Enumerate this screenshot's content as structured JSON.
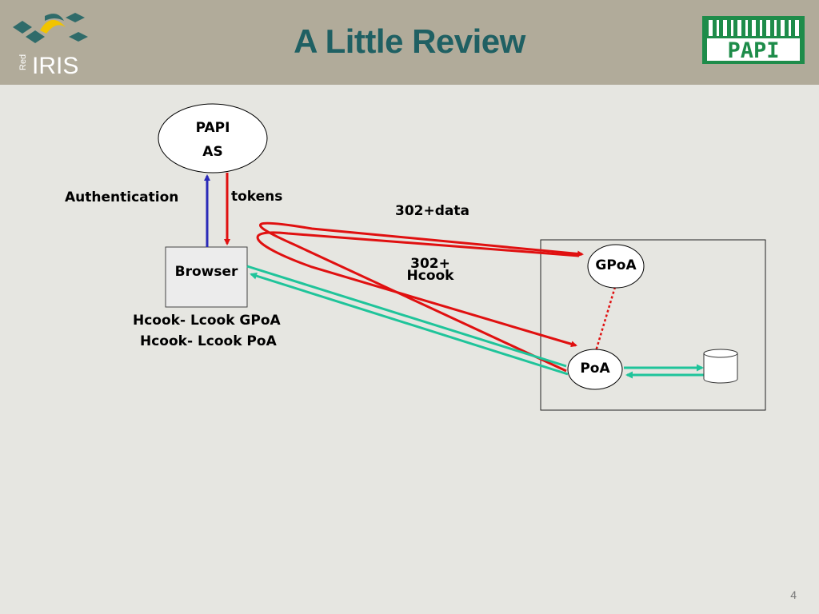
{
  "slide": {
    "title": "A Little Review",
    "page_number": "4"
  },
  "logos": {
    "left_icon": "rediris-logo",
    "left_small_text": "Red",
    "left_text": "IRIS",
    "right_icon": "papi-logo",
    "right_text": "PAPI"
  },
  "nodes": {
    "papi_as_line1": "PAPI",
    "papi_as_line2": "AS",
    "browser": "Browser",
    "gpoa": "GPoA",
    "poa": "PoA",
    "database_icon": "database-icon"
  },
  "labels": {
    "authentication": "Authentication",
    "tokens": "tokens",
    "redirect_data": "302+data",
    "redirect_hcook_line1": "302+",
    "redirect_hcook_line2": "Hcook",
    "cookies_gpoa": "Hcook- Lcook GPoA",
    "cookies_poa": "Hcook- Lcook PoA"
  },
  "colors": {
    "header_bg": "#b1ab9a",
    "title": "#1f6063",
    "red_arrow": "#e01010",
    "blue_arrow": "#2a2ab8",
    "green_arrow": "#1fc49a",
    "papi_green": "#1e8c4a",
    "iris_yellow": "#f2c400",
    "iris_teal": "#2f6b6a"
  }
}
